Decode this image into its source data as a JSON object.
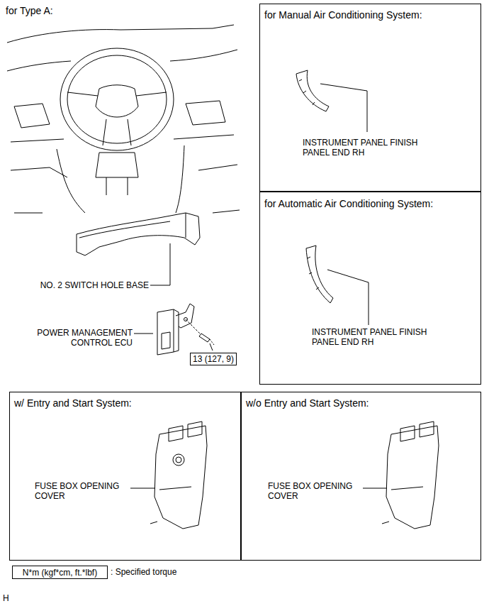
{
  "diagram": {
    "title": "for Type A:",
    "nodes": [
      {
        "text": [
          "for Manual Air Conditioning System:",
          "INSTRUMENT PANEL FINISH PANEL END RH"
        ]
      },
      {
        "text": [
          "for Automatic Air Conditioning System:",
          "INSTRUMENT PANEL FINISH PANEL END RH"
        ]
      },
      {
        "text": [
          "w/ Entry and Start System:",
          "FUSE BOX OPENING COVER"
        ]
      },
      {
        "text": [
          "w/o Entry and Start System:",
          "FUSE BOX OPENING COVER"
        ]
      },
      {
        "text": [
          "13 (127, 9)"
        ]
      },
      {
        "text": [
          "N*m (kgf*cm, ft.*lbf)"
        ]
      }
    ],
    "labels": [
      "NO. 2 SWITCH HOLE BASE",
      "POWER MANAGEMENT CONTROL ECU",
      ": Specified torque",
      "H"
    ]
  }
}
